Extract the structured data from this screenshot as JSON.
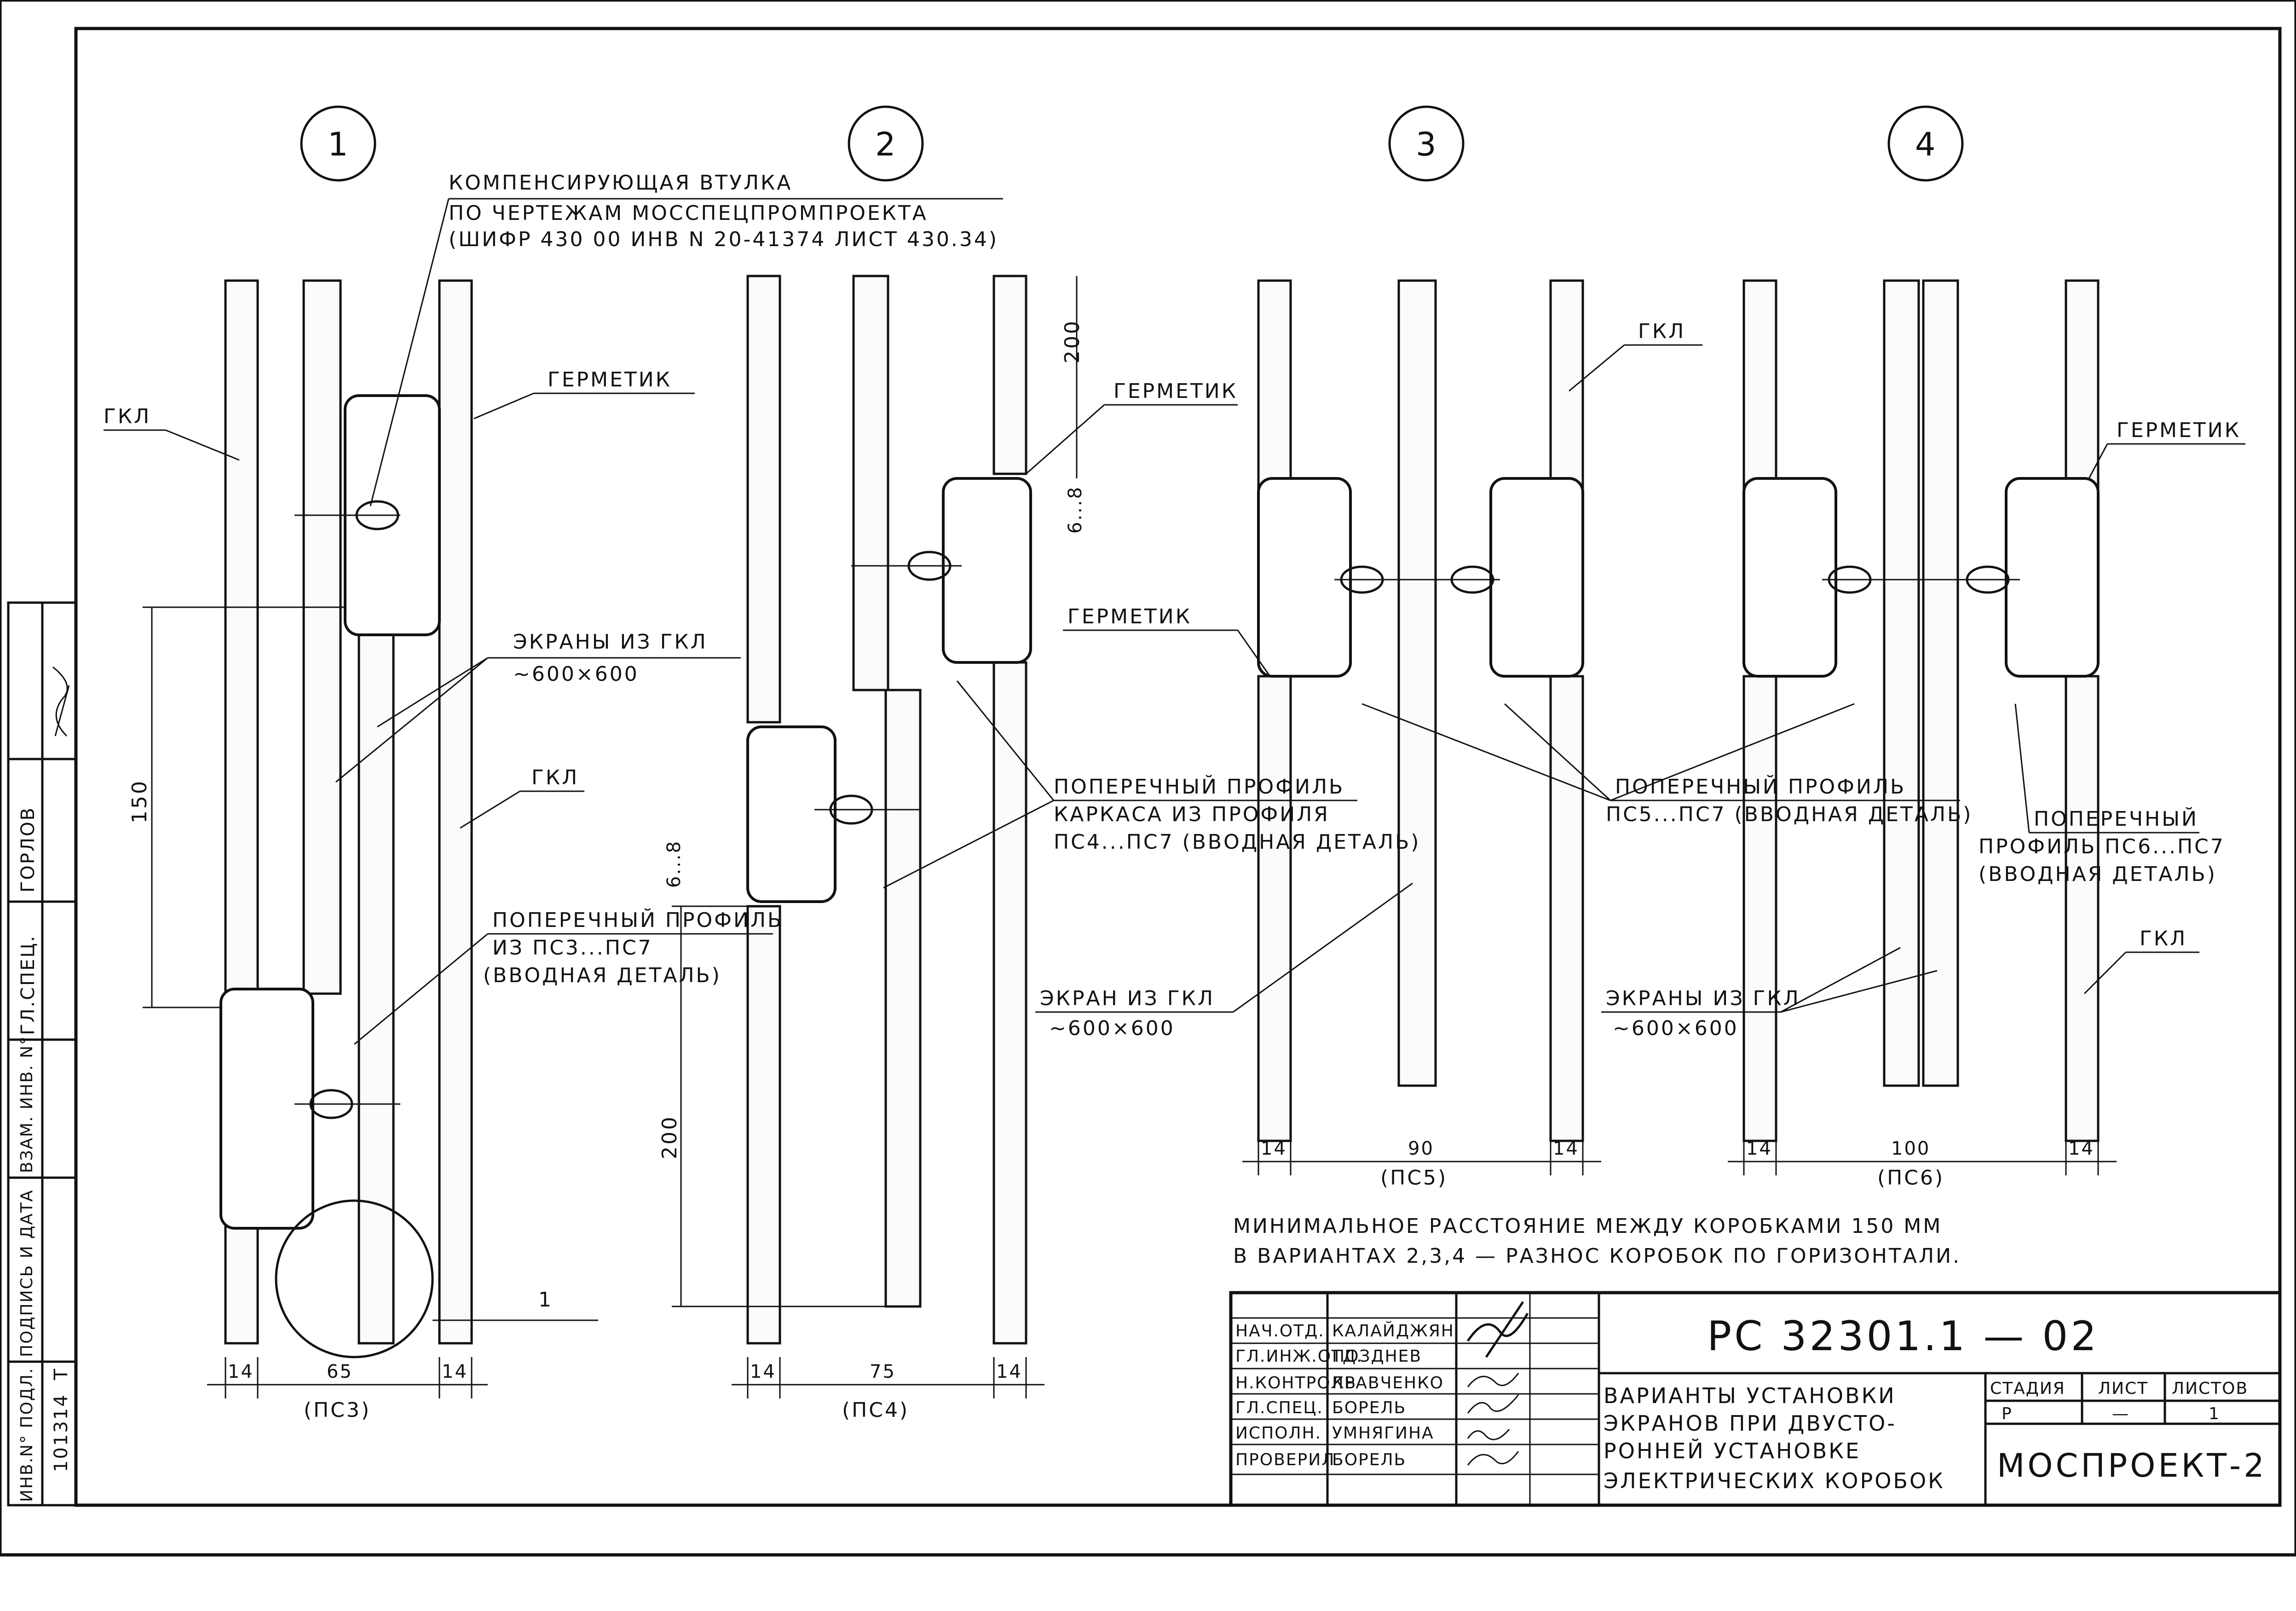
{
  "variants": [
    {
      "num": "1",
      "dim_left": "14",
      "dim_mid": "65",
      "dim_right": "14",
      "profile": "(ПС3)"
    },
    {
      "num": "2",
      "dim_left": "14",
      "dim_mid": "75",
      "dim_right": "14",
      "profile": "(ПС4)"
    },
    {
      "num": "3",
      "dim_left": "14",
      "dim_mid": "90",
      "dim_right": "14",
      "profile": "(ПС5)"
    },
    {
      "num": "4",
      "dim_left": "14",
      "dim_mid": "100",
      "dim_right": "14",
      "profile": "(ПС6)"
    }
  ],
  "labels": {
    "bushing_line1": "КОМПЕНСИРУЮЩАЯ ВТУЛКА",
    "bushing_line2": "ПО ЧЕРТЕЖАМ МОССПЕЦПРОМПРОЕКТА",
    "bushing_line3": "(ШИФР 430 00 ИНВ N 20-41374 ЛИСТ 430.34)",
    "gkl": "ГКЛ",
    "germetik": "ГЕРМЕТИК",
    "screens_line1": "ЭКРАНЫ ИЗ ГКЛ",
    "screens_line2": "~600×600",
    "profile_v1_line1": "ПОПЕРЕЧНЫЙ ПРОФИЛЬ",
    "profile_v1_line2": "ИЗ ПС3...ПС7",
    "profile_v1_line3": "(ВВОДНАЯ ДЕТАЛЬ)",
    "profile_v2_line1": "ПОПЕРЕЧНЫЙ ПРОФИЛЬ",
    "profile_v2_line2": "КАРКАСА ИЗ ПРОФИЛЯ",
    "profile_v2_line3": "ПС4...ПС7 (ВВОДНАЯ ДЕТАЛЬ)",
    "profile_v3_line1": "ПОПЕРЕЧНЫЙ ПРОФИЛЬ",
    "profile_v3_line2": "ПС5...ПС7 (ВВОДНАЯ ДЕТАЛЬ)",
    "profile_v4_line1": "ПОПЕРЕЧНЫЙ",
    "profile_v4_line2": "ПРОФИЛЬ ПС6...ПС7",
    "profile_v4_line3": "(ВВОДНАЯ ДЕТАЛЬ)",
    "screen_v2_line1": "ЭКРАН ИЗ ГКЛ",
    "screen_v2_line2": "~600×600",
    "screens_v4_line1": "ЭКРАНЫ ИЗ ГКЛ",
    "screens_v4_line2": "~600×600",
    "dim_150": "150",
    "dim_200": "200",
    "dim_6_8": "6...8",
    "callout_1": "1"
  },
  "note": {
    "line1": "МИНИМАЛЬНОЕ РАССТОЯНИЕ МЕЖДУ КОРОБКАМИ 150 ММ",
    "line2": "В ВАРИАНТАХ 2,3,4 — РАЗНОС КОРОБОК ПО ГОРИЗОНТАЛИ."
  },
  "title_block": {
    "doc_code": "РС 32301.1 — 02",
    "title_line1": "ВАРИАНТЫ УСТАНОВКИ",
    "title_line2": "ЭКРАНОВ ПРИ ДВУСТО-",
    "title_line3": "РОННЕЙ УСТАНОВКЕ",
    "title_line4": "ЭЛЕКТРИЧЕСКИХ КОРОБОК",
    "stage_label": "СТАДИЯ",
    "sheet_label": "ЛИСТ",
    "sheets_label": "ЛИСТОВ",
    "stage": "Р",
    "sheet": "—",
    "sheets": "1",
    "org": "МОСПРОЕКТ-2",
    "signers": [
      {
        "role": "НАЧ.ОТД.",
        "name": "КАЛАЙДЖЯН"
      },
      {
        "role": "ГЛ.ИНЖ.ОТД.",
        "name": "ПОЗДНЕВ"
      },
      {
        "role": "Н.КОНТРОЛЬ",
        "name": "КРАВЧЕНКО"
      },
      {
        "role": "ГЛ.СПЕЦ.",
        "name": "БОРЕЛЬ"
      },
      {
        "role": "ИСПОЛН.",
        "name": "УМНЯГИНА"
      },
      {
        "role": "ПРОВЕРИЛ",
        "name": "БОРЕЛЬ"
      }
    ]
  },
  "side_stamp": {
    "role": "ГЛ.СПЕЦ.",
    "name": "ГОРЛОВ",
    "col_inv_podl": "ИНВ.N° ПОДЛ.",
    "col_podpis": "ПОДПИСЬ И ДАТА",
    "col_vzam": "ВЗАМ. ИНВ. N°",
    "inv_number": "101314",
    "suffix": "Т"
  }
}
